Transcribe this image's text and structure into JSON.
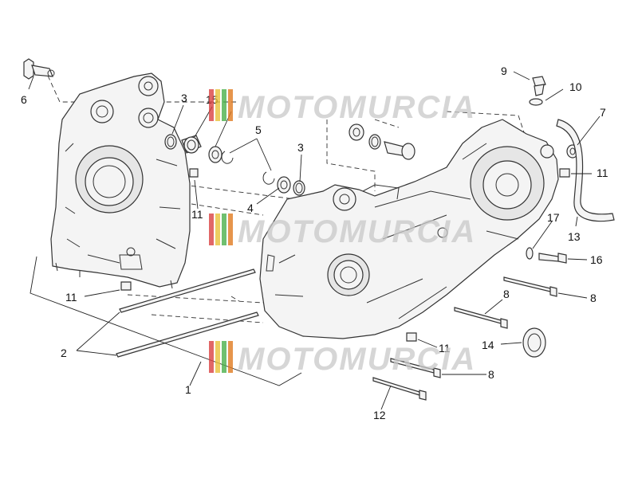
{
  "watermark": {
    "text": "MOTOMURCIA",
    "stripe_colors": [
      "#d94141",
      "#e8c23a",
      "#4bb04b",
      "#e07a1f"
    ]
  },
  "callouts": {
    "c1": "1",
    "c2": "2",
    "c3a": "3",
    "c3b": "3",
    "c4": "4",
    "c5": "5",
    "c6": "6",
    "c7": "7",
    "c8a": "8",
    "c8b": "8",
    "c8c": "8",
    "c9": "9",
    "c10": "10",
    "c11a": "11",
    "c11b": "11",
    "c11c": "11",
    "c11d": "11",
    "c12": "12",
    "c13": "13",
    "c14": "14",
    "c15": "15",
    "c16": "16",
    "c17": "17"
  }
}
